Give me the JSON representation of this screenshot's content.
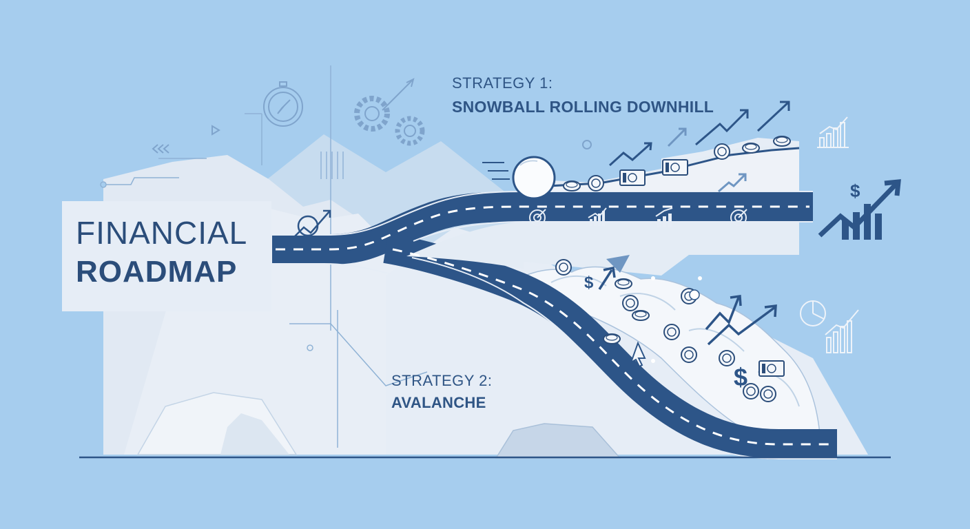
{
  "title": {
    "line1": "FINANCIAL",
    "line2": "ROADMAP"
  },
  "strategy_1": {
    "label": "STRATEGY 1:",
    "name": "SNOWBALL ROLLING DOWNHILL"
  },
  "strategy_2": {
    "label": "STRATEGY 2:",
    "name": "AVALANCHE"
  },
  "colors": {
    "background": "#a6cdee",
    "road": "#2d5588",
    "accent_dark": "#2b4d7a",
    "mountain": "#e4ecf5",
    "snow": "#f4f7fb"
  },
  "icons": [
    "compass-icon",
    "gears-icon",
    "snowball-icon",
    "coin-icon",
    "money-bill-icon",
    "trend-arrow-icon",
    "target-icon",
    "bar-chart-icon",
    "dollar-growth-icon",
    "pie-chart-icon",
    "cursor-icon"
  ]
}
